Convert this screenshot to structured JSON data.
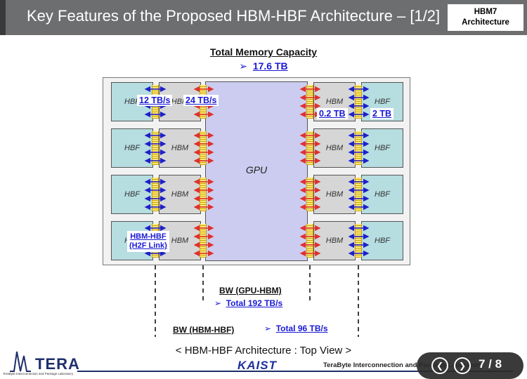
{
  "header": {
    "title": "Key Features of the Proposed HBM-HBF Architecture – [1/2]",
    "badge_line1": "HBM7",
    "badge_line2": "Architecture"
  },
  "capacity": {
    "title": "Total Memory Capacity",
    "bullet": "➢",
    "value": "17.6 TB"
  },
  "diagram": {
    "gpu_label": "GPU",
    "hbm_label": "HBM",
    "hbf_label": "HBF",
    "callouts": {
      "hbf_hbm_bw": "12 TB/s",
      "gpu_hbm_bw": "24 TB/s",
      "hbm_capacity": "0.2 TB",
      "hbf_capacity": "2 TB",
      "link_line1": "HBM-HBF",
      "link_line2": "(H2F Link)"
    }
  },
  "bw_gpu_hbm": {
    "label": "BW (GPU-HBM)",
    "bullet": "➢",
    "total": "Total 192 TB/s"
  },
  "bw_hbm_hbf": {
    "label": "BW (HBM-HBF)",
    "bullet": "➢",
    "total": "Total 96 TB/s"
  },
  "caption": "< HBM-HBF Architecture : Top View >",
  "footer": {
    "logo_text": "TERA",
    "logo_subtext": "TeraByte Interconnection and Package Laboratory",
    "kaist": "KAIST",
    "lab_text": "TeraByte Interconnection and Package Laboratory",
    "prev_icon": "chevron-left-icon",
    "next_icon": "chevron-right-icon",
    "page": "7 / 8"
  },
  "colors": {
    "header_bg": "#6d6e70",
    "accent_blue": "#1a1ad6",
    "gpu_fill": "#ccccf0",
    "hbm_fill": "#d6d6d6",
    "hbf_fill": "#b6dde0",
    "gpu_hbm_arrow": "#e03030",
    "hbm_hbf_arrow": "#2020c8"
  }
}
